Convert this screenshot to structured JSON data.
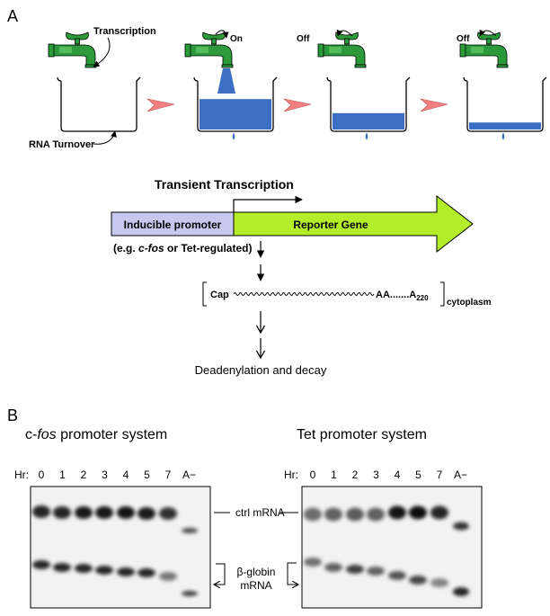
{
  "panel_a": {
    "label": "A",
    "tap_labels": {
      "transcription": "Transcription",
      "on": "On",
      "off1": "Off",
      "off2": "Off"
    },
    "turnover_label": "RNA Turnover",
    "transient_title": "Transient Transcription",
    "promoter_label": "Inducible promoter",
    "reporter_label": "Reporter Gene",
    "example_prefix": "(e.g. ",
    "example_cfos": "c-fos",
    "example_suffix": "  or Tet-regulated)",
    "mrna": {
      "cap": "Cap",
      "tail": "AA.......A",
      "tail_sub": "220",
      "location": "cytoplasm"
    },
    "decay_label": "Deadenylation and decay",
    "colors": {
      "water": "#3a6fc4",
      "faucet": "#2c9a3a",
      "arrow": "#f08080",
      "promoter": "#c8c8ef",
      "reporter": "#b4ee2a"
    },
    "fill_levels": [
      0.0,
      0.65,
      0.35,
      0.15
    ]
  },
  "panel_b": {
    "label": "B",
    "left": {
      "title_prefix": "c-",
      "title_italic": "fos",
      "title_suffix": " promoter system",
      "hr_label": "Hr:",
      "lanes": [
        "0",
        "1",
        "2",
        "3",
        "4",
        "5",
        "7",
        "A−"
      ]
    },
    "right": {
      "title": "Tet promoter system",
      "hr_label": "Hr:",
      "lanes": [
        "0",
        "1",
        "2",
        "3",
        "4",
        "5",
        "7",
        "A−"
      ]
    },
    "ctrl_label": "ctrl mRNA",
    "globin_label_1": "β-globin",
    "globin_label_2": "mRNA"
  }
}
